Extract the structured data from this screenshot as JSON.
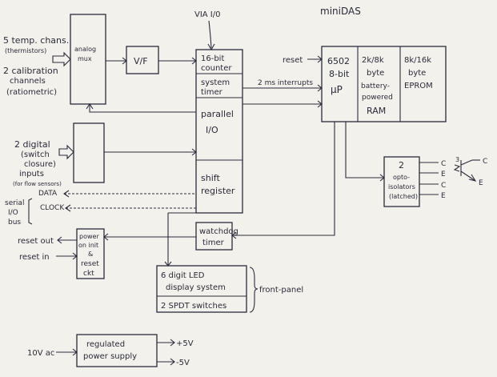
{
  "title": "miniDAS",
  "via_label": "VIA I/0",
  "inputs": {
    "temp_1": "5 temp. chans.",
    "temp_2": "(thermistors)",
    "cal_1": "2 calibration",
    "cal_2": "channels",
    "cal_3": "(ratiometric)",
    "dig_1": "2 digital",
    "dig_2": "(switch",
    "dig_3": "closure)",
    "dig_4": "inputs",
    "dig_5": "(for flow sensors)",
    "serial_1": "serial",
    "serial_2": "I/O",
    "serial_3": "bus",
    "data": "DATA",
    "clock": "CLOCK",
    "reset_out": "reset out",
    "reset_in": "reset in",
    "ac": "10V ac",
    "reset_top": "reset"
  },
  "blocks": {
    "mux_1": "analog",
    "mux_2": "mux",
    "vf": "V/F",
    "counter_1": "16-bit",
    "counter_2": "counter",
    "timer_1": "system",
    "timer_2": "timer",
    "pio_1": "parallel",
    "pio_2": "I/O",
    "shift_1": "shift",
    "shift_2": "register",
    "wd_1": "watchdog",
    "wd_2": "timer",
    "up_1": "6502",
    "up_2": "8-bit",
    "up_3": "μP",
    "ram_1": "2k/8k",
    "ram_2": "byte",
    "ram_3": "battery-",
    "ram_4": "powered",
    "ram_5": "RAM",
    "rom_1": "8k/16k",
    "rom_2": "byte",
    "rom_3": "EPROM",
    "opto_1": "2",
    "opto_2": "opto-",
    "opto_3": "isolators",
    "opto_4": "(latched)",
    "por_1": "power",
    "por_2": "on init",
    "por_3": "&",
    "por_4": "reset",
    "por_5": "ckt",
    "led_1": "6 digit LED",
    "led_2": "display system",
    "sw": "2 SPDT switches",
    "front": "front-panel",
    "ps_1": "regulated",
    "ps_2": "power supply"
  },
  "signals": {
    "irq": "2 ms interrupts",
    "c1": "C",
    "e1": "E",
    "c2": "C",
    "e2": "E",
    "tr_c": "C",
    "tr_e": "E",
    "tr_3": "3",
    "plus5": "+5V",
    "minus5": "-5V"
  }
}
